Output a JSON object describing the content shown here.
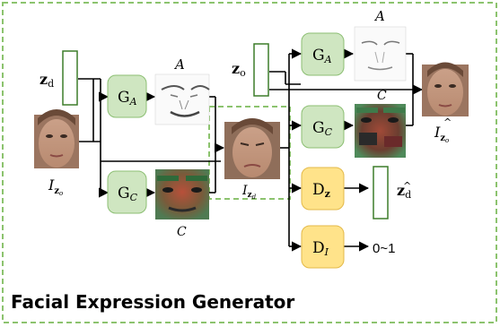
{
  "title": "Facial Expression Generator",
  "vectors": {
    "zd": {
      "main": "z",
      "sub": "d"
    },
    "zo": {
      "main": "z",
      "sub": "o"
    },
    "zd_hat": {
      "main": "z",
      "sub": "d",
      "accent": "^"
    }
  },
  "modules": {
    "ga_left": {
      "main": "G",
      "sub": "A"
    },
    "gc_left": {
      "main": "G",
      "sub": "C"
    },
    "ga_right": {
      "main": "G",
      "sub": "A"
    },
    "gc_right": {
      "main": "G",
      "sub": "C"
    },
    "dz": {
      "main": "D",
      "sub": "z"
    },
    "di": {
      "main": "D",
      "sub": "I"
    }
  },
  "image_labels": {
    "attention_left": "A",
    "color_left": "C",
    "attention_right": "A",
    "color_right": "C",
    "input_face": {
      "main": "I",
      "sub": "z",
      "subsub": "o"
    },
    "generated_face": {
      "main": "I",
      "sub": "z",
      "subsub": "d"
    },
    "recon_face": {
      "main": "I",
      "sub": "z",
      "subsub": "o",
      "accent": "^"
    }
  },
  "output_range": "0~1",
  "colors": {
    "generator_fill": "#cfe6c1",
    "generator_stroke": "#8cbf73",
    "discriminator_fill": "#ffe38a",
    "discriminator_stroke": "#e3b949",
    "border": "#8cc36e",
    "vector_stroke": "#3d7d2a"
  }
}
